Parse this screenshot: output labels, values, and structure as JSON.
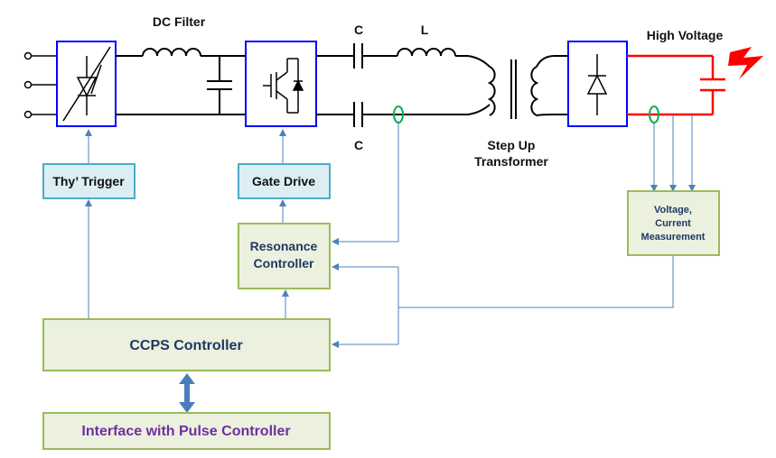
{
  "labels": {
    "dc_filter": "DC Filter",
    "cap_top": "C",
    "cap_bottom": "C",
    "inductor": "L",
    "high_voltage": "High Voltage",
    "transformer_line1": "Step Up",
    "transformer_line2": "Transformer"
  },
  "blocks": {
    "thy_trigger": "Thy’ Trigger",
    "gate_drive": "Gate Drive",
    "resonance_line1": "Resonance",
    "resonance_line2": "Controller",
    "measurement_line1": "Voltage,",
    "measurement_line2": "Current",
    "measurement_line3": "Measurement",
    "ccps": "CCPS Controller",
    "interface": "Interface with Pulse Controller"
  },
  "colors": {
    "wire": "#000000",
    "hv_wire": "#ff0000",
    "block_border": "#0000ff",
    "light_blue_fill": "#dbeef4",
    "light_blue_border": "#4bacc6",
    "green_fill": "#ebf1de",
    "green_border": "#9bbb59",
    "signal_line": "#4f81bd",
    "ct_sensor": "#00b050",
    "interface_text": "#7030a0",
    "arrow": "#4a7ebb"
  }
}
